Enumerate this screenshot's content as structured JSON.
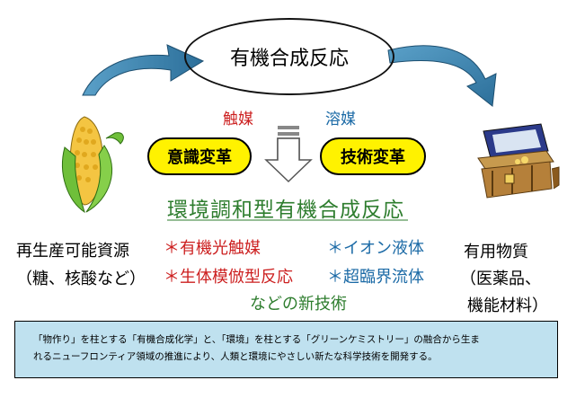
{
  "center_title": "有機合成反応",
  "labels": {
    "catalyst": "触媒",
    "solvent": "溶媒"
  },
  "pills": {
    "left": "意識変革",
    "right": "技術変革"
  },
  "green_title": "環境調和型有機合成反応",
  "left_text": {
    "line1": "再生産可能資源",
    "line2": "（糖、核酸など）"
  },
  "right_text": {
    "line1": "有用物質",
    "line2": "（医薬品、",
    "line3": "機能材料）"
  },
  "tech_items": {
    "red": [
      "＊有機光触媒",
      "＊生体模倣型反応"
    ],
    "blue": [
      "＊イオン液体",
      "＊超臨界流体"
    ]
  },
  "new_tech_label": "などの新技術",
  "note": {
    "line1": "「物作り」を柱とする「有機合成化学」と、「環境」を柱とする「グリーンケミストリー」の融合から生ま",
    "line2": "れるニューフロンティア領域の推進により、人類と環境にやさしい新たな科学技術を開発する。"
  },
  "colors": {
    "red": "#cc1f1f",
    "blue": "#1b6aa6",
    "green": "#2e7d2e",
    "yellow": "#fff200",
    "note_bg": "#bfe1ef"
  },
  "icons": [
    "corn-icon",
    "treasure-chest-icon",
    "curved-arrow-left",
    "curved-arrow-right",
    "down-arrow-icon"
  ]
}
